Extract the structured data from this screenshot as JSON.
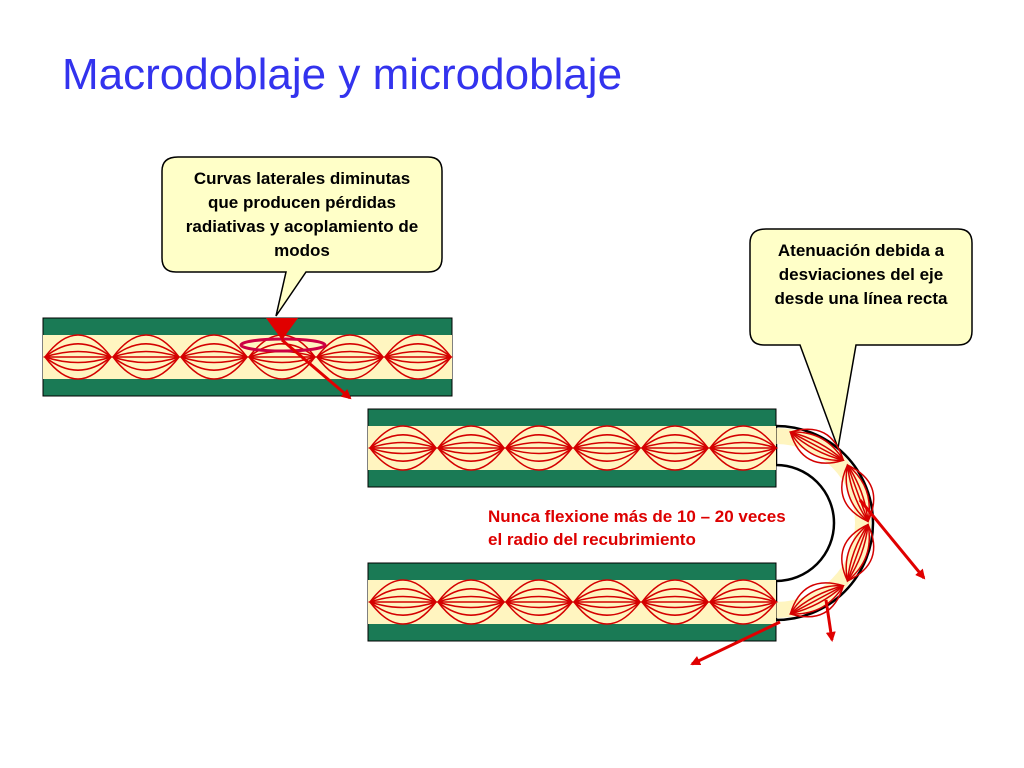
{
  "title": "Macrodoblaje y microdoblaje",
  "callouts": {
    "micro": "Curvas laterales diminutas que producen pérdidas radiativas y acoplamiento de modos",
    "macro": "Atenuación debida a desviaciones del eje desde una línea recta"
  },
  "warning": "Nunca flexione más de 10 – 20 veces el radio del recubrimiento",
  "colors": {
    "title": "#3333ee",
    "cladding": "#1a7a55",
    "core": "#fff5c0",
    "mode_lines": "#d40000",
    "callout_fill": "#ffffc8",
    "microbend_marker": "#cc0044",
    "warning_text": "#dd0000"
  }
}
